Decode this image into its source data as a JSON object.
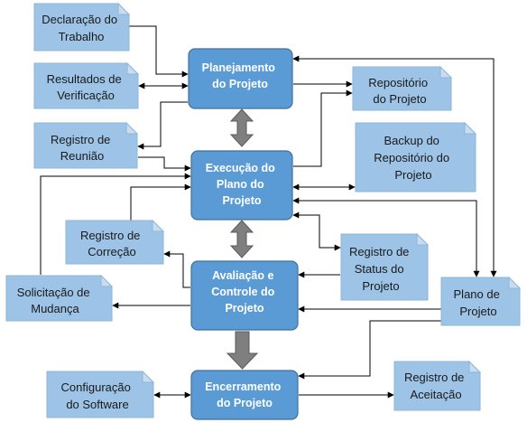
{
  "processes": {
    "planejamento": [
      "Planejamento",
      "do Projeto"
    ],
    "execucao": [
      "Execução do",
      "Plano do",
      "Projeto"
    ],
    "avaliacao": [
      "Avaliação e",
      "Controle do",
      "Projeto"
    ],
    "encerramento": [
      "Encerramento",
      "do Projeto"
    ]
  },
  "documents": {
    "declaracao": [
      "Declaração do",
      "Trabalho"
    ],
    "resultados": [
      "Resultados de",
      "Verificação"
    ],
    "reuniao": [
      "Registro de",
      "Reunião"
    ],
    "repositorio": [
      "Repositório",
      "do Projeto"
    ],
    "backup": [
      "Backup do",
      "Repositório do",
      "Projeto"
    ],
    "correcao": [
      "Registro de",
      "Correção"
    ],
    "status": [
      "Registro de",
      "Status do",
      "Projeto"
    ],
    "mudanca": [
      "Solicitação de",
      "Mudança"
    ],
    "plano": [
      "Plano de",
      "Projeto"
    ],
    "configuracao": [
      "Configuração",
      "do Software"
    ],
    "aceitacao": [
      "Registro de",
      "Aceitação"
    ]
  },
  "colors": {
    "process_fill": "#5B9BD5",
    "document_fill": "#9DC3E6",
    "big_arrow": "#7F7F7F"
  }
}
